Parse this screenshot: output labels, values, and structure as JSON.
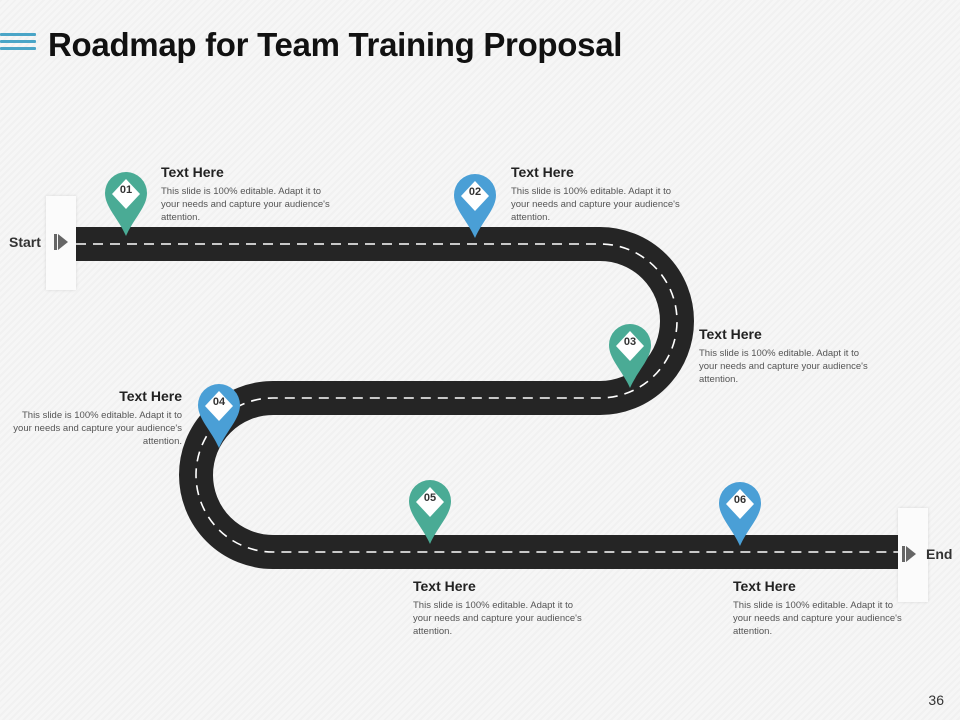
{
  "title": "Roadmap for Team Training Proposal",
  "start_label": "Start",
  "end_label": "End",
  "page_number": "36",
  "colors": {
    "teal": "#4aab95",
    "blue": "#4a9fd6",
    "road": "#252525",
    "accent": "#4aa5c7"
  },
  "steps": [
    {
      "number": "01",
      "heading": "Text Here",
      "body": "This slide is 100% editable. Adapt it to your needs and capture your audience's attention.",
      "color": "teal"
    },
    {
      "number": "02",
      "heading": "Text Here",
      "body": "This slide is 100% editable. Adapt it to your needs and capture your audience's attention.",
      "color": "blue"
    },
    {
      "number": "03",
      "heading": "Text Here",
      "body": "This slide is 100% editable. Adapt it to your needs and capture your audience's attention.",
      "color": "teal"
    },
    {
      "number": "04",
      "heading": "Text Here",
      "body": "This slide is 100% editable. Adapt it to your needs and capture your audience's attention.",
      "color": "blue"
    },
    {
      "number": "05",
      "heading": "Text Here",
      "body": "This slide is 100% editable. Adapt it to your needs and capture your audience's attention.",
      "color": "teal"
    },
    {
      "number": "06",
      "heading": "Text Here",
      "body": "This slide is 100% editable. Adapt it to your needs and capture your audience's attention.",
      "color": "blue"
    }
  ]
}
